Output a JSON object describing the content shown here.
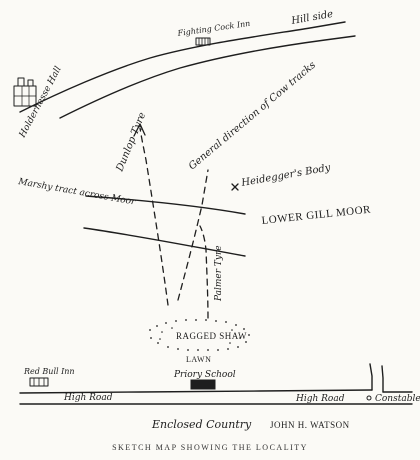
{
  "labels": {
    "hill_side": "Hill side",
    "inn_top": "Fighting Cock Inn",
    "hall": "Holdernesse Hall",
    "general_direction": "General direction of Cow tracks",
    "body": "Heidegger's Body",
    "track_dunlop": "Dunlop Tyre",
    "marsh": "Marshy tract across Moor",
    "moor": "LOWER GILL MOOR",
    "track_palmer": "Palmer Tyre",
    "ragged_shaw": "RAGGED SHAW",
    "lawn": "LAWN",
    "red_bull": "Red Bull Inn",
    "school": "Priory School",
    "high_road_left": "High Road",
    "high_road_right": "High Road",
    "constable": "Constable",
    "enclosed": "Enclosed Country",
    "signature": "JOHN H. WATSON",
    "caption": "SKETCH MAP SHOWING THE LOCALITY"
  },
  "colors": {
    "ink": "#1e1e1e",
    "paper": "#fbfaf6",
    "caption": "#333333"
  },
  "icons": [
    "hall-building-icon",
    "inn-building-icon",
    "school-building-icon",
    "red-bull-inn-icon",
    "body-cross-icon",
    "arrow-north-icon"
  ]
}
